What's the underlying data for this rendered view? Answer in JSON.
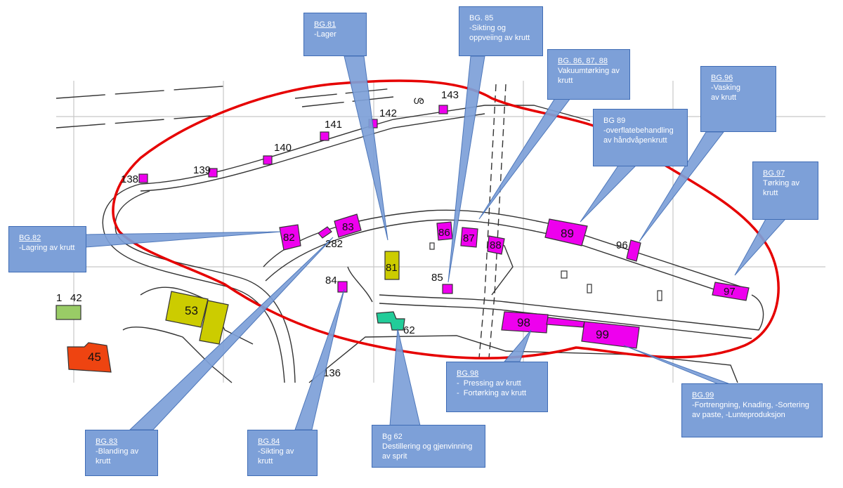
{
  "colors": {
    "highlight_outline": "#e60000",
    "callout_fill": "#7da0d8",
    "callout_border": "#3f6cb5",
    "magenta_building": "#ee00ee",
    "yellow_building": "#cccc00",
    "orange_building": "#ee4411",
    "teal_building": "#22cc99",
    "green_building": "#99cc66"
  },
  "map_labels": {
    "b138": "138",
    "b139": "139",
    "b140": "140",
    "b141": "141",
    "b142": "142",
    "b143": "143",
    "b82": "82",
    "b83": "83",
    "b282": "282",
    "b81": "81",
    "b84": "84",
    "b85": "85",
    "b86": "86",
    "b87": "87",
    "b88": "88",
    "b89": "89",
    "b96": "96",
    "b97": "97",
    "b98": "98",
    "b99": "99",
    "b53": "53",
    "b45": "45",
    "b62": "62",
    "b136": "136",
    "b1": "1",
    "b42": "42",
    "road_mark": "ശ"
  },
  "callouts": {
    "bg81": {
      "code": "BG.81",
      "lines": [
        "-Lager"
      ]
    },
    "bg85": {
      "code": "BG. 85",
      "lines": [
        "-Sikting og",
        "oppveiing av krutt"
      ]
    },
    "bg868788": {
      "code": "BG. 86, 87, 88",
      "lines": [
        "Vakuumtørking av",
        "krutt"
      ]
    },
    "bg96": {
      "code": "BG.96",
      "lines": [
        "-Vasking",
        "av krutt"
      ]
    },
    "bg89": {
      "code": "BG 89",
      "lines": [
        "-overflatebehandling",
        "av håndvåpenkrutt"
      ]
    },
    "bg97": {
      "code": "BG.97",
      "lines": [
        "Tørking av",
        "krutt"
      ]
    },
    "bg82": {
      "code": "BG.82",
      "lines": [
        "-Lagring av krutt"
      ]
    },
    "bg98": {
      "code": "BG.98",
      "lines": [
        "-  Pressing av krutt",
        "-  Fortørking av krutt"
      ]
    },
    "bg99": {
      "code": "BG.99",
      "lines": [
        "-Fortrengning, Knading, -Sortering",
        "av paste, -Lunteproduksjon"
      ]
    },
    "bg83": {
      "code": "BG.83",
      "lines": [
        "-Blanding av",
        "krutt"
      ]
    },
    "bg84": {
      "code": "BG.84",
      "lines": [
        "-Sikting av",
        "krutt"
      ]
    },
    "bg62": {
      "code": "Bg 62",
      "lines": [
        "Destillering og gjenvinning",
        "av sprit"
      ]
    }
  }
}
